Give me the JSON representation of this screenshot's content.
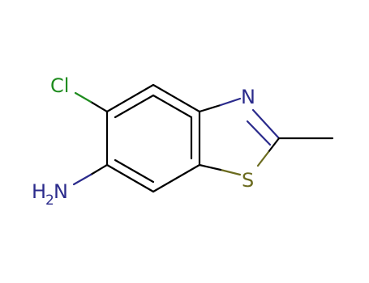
{
  "molecule": {
    "atoms": {
      "cl": "Cl",
      "n_ring": "N",
      "s_ring": "S",
      "amine_h": "H",
      "amine_sub": "2",
      "amine_n": "N"
    },
    "colors": {
      "bond": "#000000",
      "chlorine": "#1f8c1f",
      "nitrogen": "#2b2b8c",
      "sulfur": "#6b6b1f"
    }
  }
}
